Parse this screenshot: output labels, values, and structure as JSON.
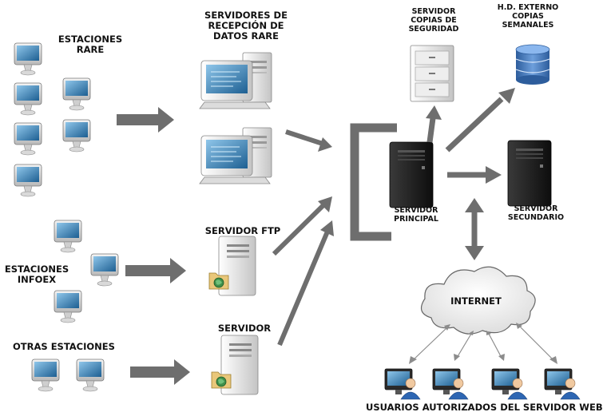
{
  "labels": {
    "estaciones_rare": [
      "ESTACIONES",
      "RARE"
    ],
    "servidores_recepcion": [
      "SERVIDORES DE",
      "RECEPCIÓN DE",
      "DATOS RARE"
    ],
    "servidor_copias": [
      "SERVIDOR",
      "COPIAS DE",
      "SEGURIDAD"
    ],
    "hd_externo": [
      "H.D. EXTERNO",
      "COPIAS",
      "SEMANALES"
    ],
    "servidor_principal": [
      "SERVIDOR",
      "PRINCIPAL"
    ],
    "servidor_secundario": [
      "SERVIDOR",
      "SECUNDARIO"
    ],
    "estaciones_infoex": [
      "ESTACIONES",
      "INFOEX"
    ],
    "servidor_ftp": "SERVIDOR FTP",
    "otras_estaciones": "OTRAS ESTACIONES",
    "servidor": "SERVIDOR",
    "internet": "INTERNET",
    "usuarios_autorizados": "USUARIOS AUTORIZADOS DEL SERVIDOR WEB"
  },
  "colors": {
    "arrow": "#6e6e6e",
    "screen": "#3a90c8",
    "server_light": "#e6e6e6",
    "server_dark": "#1c1c1c",
    "database": "#3d6fb0",
    "cloud": "#f2f2f2"
  }
}
